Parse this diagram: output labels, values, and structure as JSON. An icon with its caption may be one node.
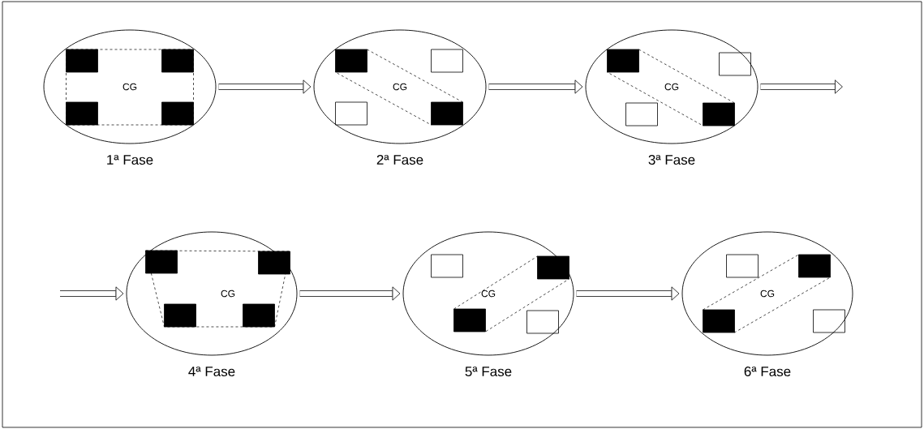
{
  "diagram": {
    "nodes": [
      {
        "text": [
          "CG"
        ],
        "beside": [
          "1ª Fase"
        ]
      },
      {
        "text": [
          "CG"
        ],
        "beside": [
          "2ª Fase"
        ]
      },
      {
        "text": [
          "CG"
        ],
        "beside": [
          "3ª Fase"
        ]
      },
      {
        "text": [
          "CG"
        ],
        "beside": [
          "4ª Fase"
        ]
      },
      {
        "text": [
          "CG"
        ],
        "beside": [
          "5ª Fase"
        ]
      },
      {
        "text": [
          "CG"
        ],
        "beside": [
          "6ª Fase"
        ]
      }
    ],
    "edges": [
      {
        "from": 0,
        "to": 1,
        "arrow": "to"
      },
      {
        "from": 1,
        "to": 2,
        "arrow": "to"
      },
      {
        "from": 2,
        "to": null,
        "arrow": "to"
      },
      {
        "from": null,
        "to": 3,
        "arrow": "to"
      },
      {
        "from": 3,
        "to": 4,
        "arrow": "to"
      },
      {
        "from": 4,
        "to": 5,
        "arrow": "to"
      }
    ]
  }
}
